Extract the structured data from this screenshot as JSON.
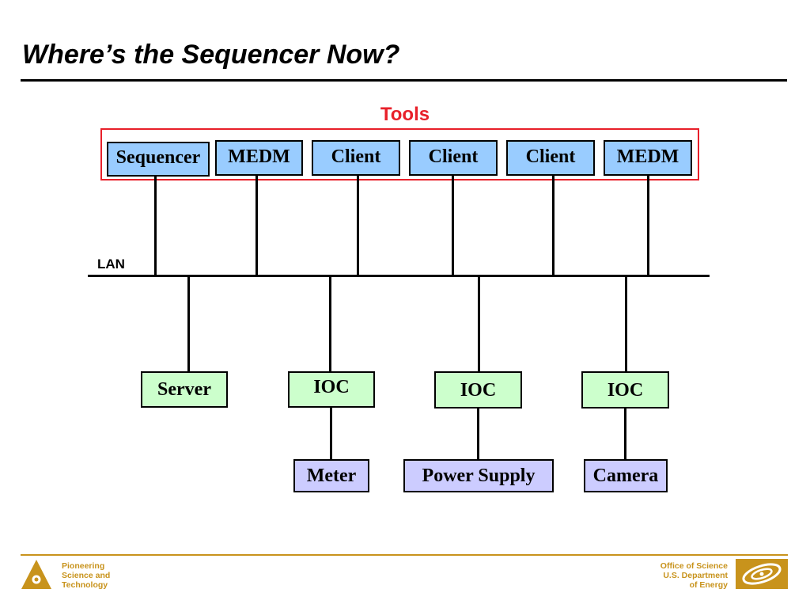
{
  "slide": {
    "title": "Where’s the Sequencer Now?"
  },
  "tools": {
    "label": "Tools",
    "items": [
      "Sequencer",
      "MEDM",
      "Client",
      "Client",
      "Client",
      "MEDM"
    ]
  },
  "network": {
    "label": "LAN"
  },
  "servers": [
    "Server",
    "IOC",
    "IOC",
    "IOC"
  ],
  "devices": [
    "Meter",
    "Power Supply",
    "Camera"
  ],
  "colors": {
    "tool_fill": "#99ccff",
    "server_fill": "#ccffcc",
    "device_fill": "#ccccff",
    "frame": "#e8202a",
    "footer": "#c8931c"
  },
  "footer": {
    "left": [
      "Pioneering",
      "Science and",
      "Technology"
    ],
    "right": [
      "Office of Science",
      "U.S. Department",
      "of Energy"
    ]
  },
  "icons": {
    "left_logo": "atom-logo-icon",
    "right_logo": "doe-swirl-logo-icon"
  }
}
